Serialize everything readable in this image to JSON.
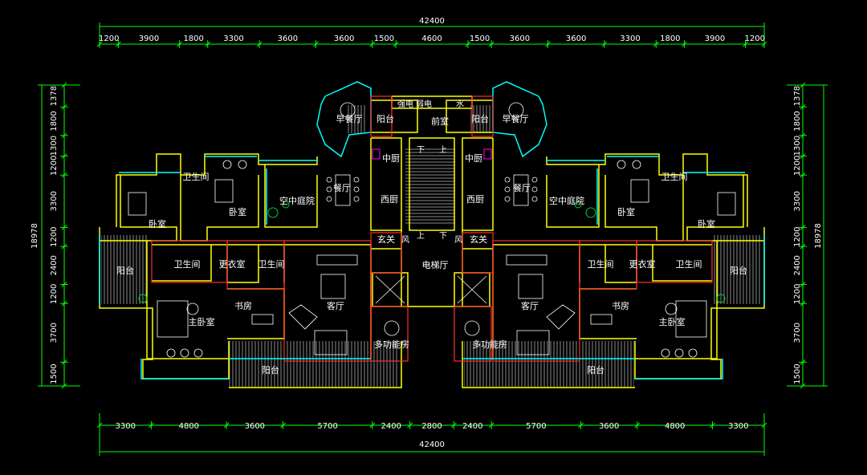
{
  "overall": {
    "top_total": "42400",
    "bottom_total": "42400",
    "left_total": "18978",
    "right_total": "18978"
  },
  "top_dims": [
    "1200",
    "3900",
    "1800",
    "3300",
    "3600",
    "3600",
    "1500",
    "4600",
    "1500",
    "3600",
    "3600",
    "3300",
    "1800",
    "3900",
    "1200"
  ],
  "bottom_dims": [
    "3300",
    "4800",
    "3600",
    "5700",
    "2400",
    "2800",
    "2400",
    "5700",
    "3600",
    "4800",
    "3300"
  ],
  "left_dims": [
    "1378",
    "1800",
    "1300",
    "1200",
    "3300",
    "1200",
    "2400",
    "1200",
    "3700",
    "1500"
  ],
  "right_dims": [
    "1378",
    "1800",
    "1300",
    "1200",
    "3300",
    "1200",
    "2400",
    "1200",
    "3700",
    "1500"
  ],
  "rooms": {
    "l_breakfast": "早餐厅",
    "l_balcony_top": "阳台",
    "r_balcony_top": "阳台",
    "r_breakfast": "早餐厅",
    "front_room": "前室",
    "shaft_left": "强电",
    "shaft_mid": "弱电",
    "shaft_right": "水",
    "l_kitchen": "中厨",
    "l_west_kitchen": "西厨",
    "r_kitchen": "中厨",
    "r_west_kitchen": "西厨",
    "stair_down_l": "下",
    "stair_up_l": "上",
    "stair_up_b": "上",
    "stair_down_b": "下",
    "l_dining": "餐厅",
    "r_dining": "餐厅",
    "l_sky_garden": "空中庭院",
    "r_sky_garden": "空中庭院",
    "l_bath_1": "卫生间",
    "r_bath_1": "卫生间",
    "l_bedroom_a": "卧室",
    "l_bedroom_b": "卧室",
    "r_bedroom_a": "卧室",
    "r_bedroom_b": "卧室",
    "l_foyer": "玄关",
    "r_foyer": "玄关",
    "l_wind": "风",
    "r_wind": "风",
    "elevator_hall": "电梯厅",
    "l_balcony_side": "阳台",
    "r_balcony_side": "阳台",
    "l_bath_2": "卫生间",
    "l_closet": "更衣室",
    "l_bath_3": "卫生间",
    "r_bath_2": "卫生间",
    "r_closet": "更衣室",
    "r_bath_3": "卫生间",
    "l_study": "书房",
    "r_study": "书房",
    "l_master": "主卧室",
    "r_master": "主卧室",
    "l_living": "客厅",
    "r_living": "客厅",
    "l_multi": "多功能房",
    "r_multi": "多功能房",
    "l_balcony_bottom": "阳台",
    "r_balcony_bottom": "阳台"
  },
  "colors": {
    "dim_line": "#00ff00",
    "wall_yellow": "#ffff00",
    "wall_red": "#ff3030",
    "glass_cyan": "#00ffff",
    "furniture_white": "#ffffff",
    "hatch_gray": "#9a9a9a",
    "plant_green": "#00cc33",
    "magenta": "#ff00ff"
  }
}
